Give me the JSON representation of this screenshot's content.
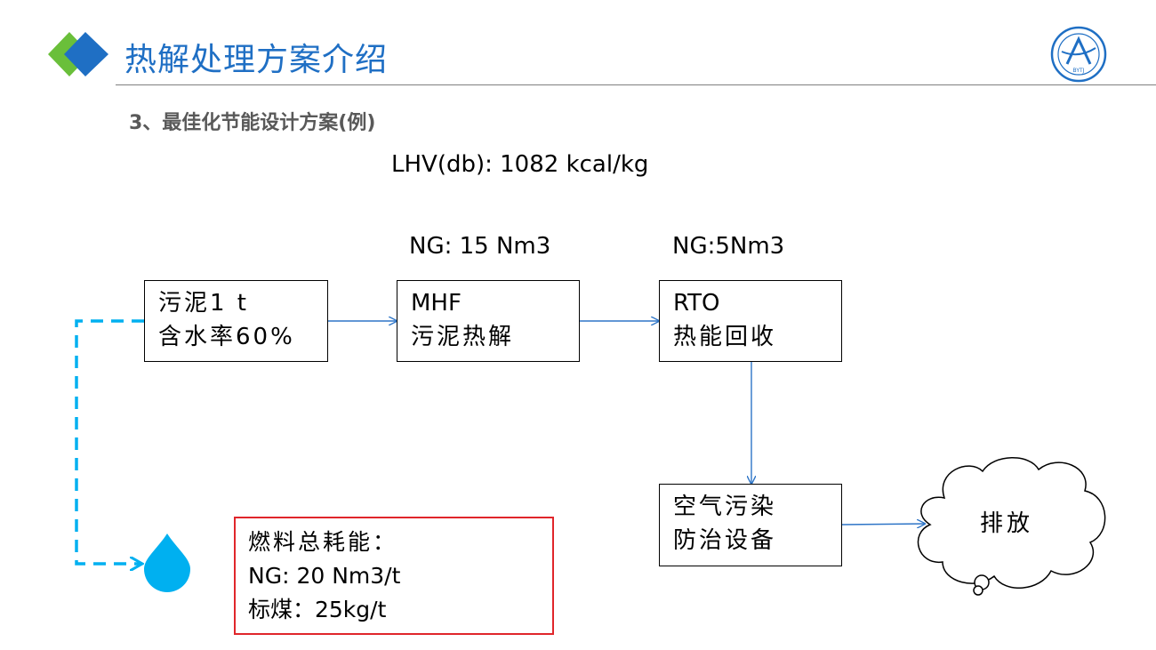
{
  "header": {
    "title": "热解处理方案介绍",
    "subtitle": "3、最佳化节能设计方案(例)",
    "brand_color": "#1f6fc4",
    "seal_text": "BYTJ"
  },
  "diagram": {
    "lhv": "LHV(db): 1082 kcal/kg",
    "nodes": {
      "sludge": {
        "line1": "污泥1 t",
        "line2": "含水率60%"
      },
      "mhf": {
        "line1": "MHF",
        "line2": "污泥热解",
        "ng": "NG: 15 Nm3"
      },
      "rto": {
        "line1": "RTO",
        "line2": "热能回收",
        "ng": "NG:5Nm3"
      },
      "apc": {
        "line1": "空气污染",
        "line2": "防治设备"
      },
      "exhaust": {
        "label": "排放"
      }
    },
    "fuel_summary": {
      "line1": "燃料总耗能：",
      "line2": "NG: 20 Nm3/t",
      "line3": "标煤：25kg/t",
      "border_color": "#e0262b"
    },
    "colors": {
      "arrow": "#2e75c7",
      "dashed": "#00b0f0",
      "droplet": "#00b0f0"
    }
  }
}
